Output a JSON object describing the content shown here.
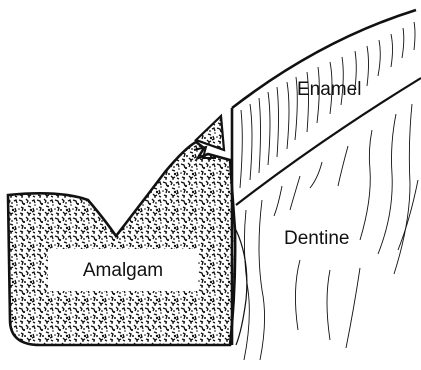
{
  "labels": {
    "enamel": "Enamel",
    "dentine": "Dentine",
    "amalgam": "Amalgam"
  },
  "colors": {
    "ink": "#111111",
    "background": "#ffffff"
  }
}
